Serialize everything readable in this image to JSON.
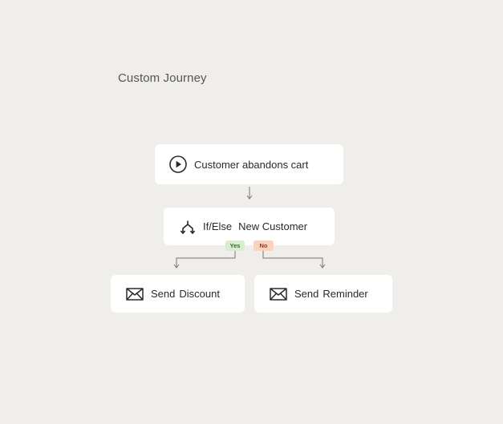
{
  "title": "Custom Journey",
  "trigger": {
    "label": "Customer abandons cart",
    "icon": "play-circle-icon"
  },
  "condition": {
    "type_label": "If/Else",
    "label": "New Customer",
    "icon": "split-arrows-icon"
  },
  "branches": {
    "yes": {
      "label": "Yes",
      "color": "#d7ecd0"
    },
    "no": {
      "label": "No",
      "color": "#f8d3c1"
    }
  },
  "actions": [
    {
      "verb": "Send",
      "label": "Discount",
      "icon": "mail-icon"
    },
    {
      "verb": "Send",
      "label": "Reminder",
      "icon": "mail-icon"
    }
  ],
  "colors": {
    "background": "#efeeeb",
    "node": "#ffffff",
    "connector": "#777777"
  }
}
